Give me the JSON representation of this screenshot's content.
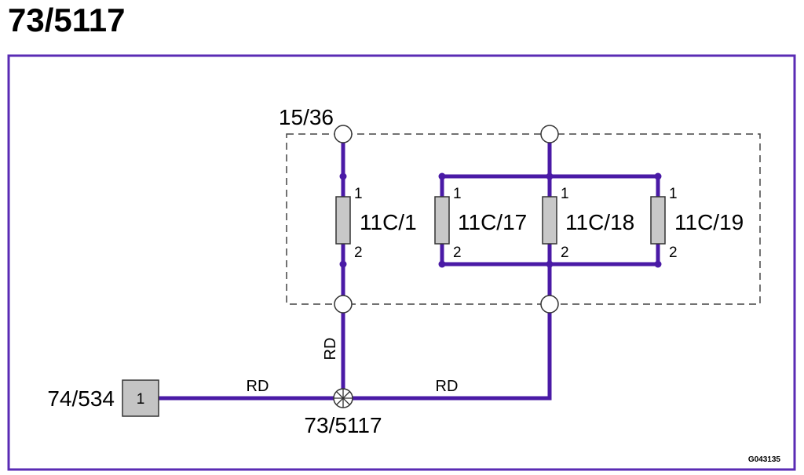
{
  "title": "73/5117",
  "colors": {
    "wire": "#4a1aa6",
    "frame": "#5a2bb4",
    "fuse_fill": "#c8c8c8",
    "connector_fill": "#c4c4c4"
  },
  "labels": {
    "supply_connector": "15/36",
    "splice": "73/5117",
    "ground_connector": "74/534",
    "ground_pin": "1",
    "wire_color_vertical": "RD",
    "wire_color_left": "RD",
    "wire_color_right": "RD",
    "image_code": "G043135"
  },
  "fuses": [
    {
      "name": "11C/1",
      "pin_top": "1",
      "pin_bottom": "2"
    },
    {
      "name": "11C/17",
      "pin_top": "1",
      "pin_bottom": "2"
    },
    {
      "name": "11C/18",
      "pin_top": "1",
      "pin_bottom": "2"
    },
    {
      "name": "11C/19",
      "pin_top": "1",
      "pin_bottom": "2"
    }
  ]
}
